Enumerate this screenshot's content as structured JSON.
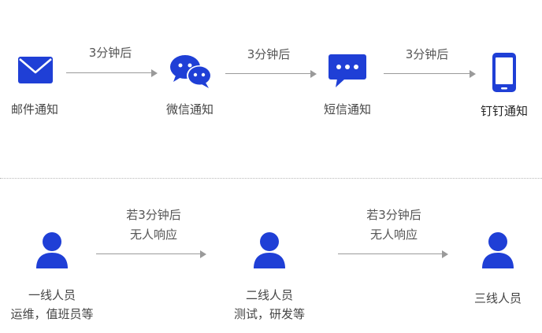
{
  "top_flow": {
    "nodes": [
      {
        "label": "邮件通知",
        "icon": "email-icon"
      },
      {
        "label": "微信通知",
        "icon": "wechat-icon"
      },
      {
        "label": "短信通知",
        "icon": "sms-icon"
      },
      {
        "label": "钉钉通知",
        "icon": "phone-icon"
      }
    ],
    "edges": [
      {
        "label": "3分钟后"
      },
      {
        "label": "3分钟后"
      },
      {
        "label": "3分钟后"
      }
    ]
  },
  "bottom_flow": {
    "nodes": [
      {
        "label": "一线人员",
        "sublabel": "运维，值班员等",
        "icon": "person-icon"
      },
      {
        "label": "二线人员",
        "sublabel": "测试，研发等",
        "icon": "person-icon"
      },
      {
        "label": "三线人员",
        "icon": "person-icon"
      }
    ],
    "edges": [
      {
        "label_line1": "若3分钟后",
        "label_line2": "无人响应"
      },
      {
        "label_line1": "若3分钟后",
        "label_line2": "无人响应"
      }
    ]
  },
  "colors": {
    "icon_blue": "#1f3fd6",
    "arrow_gray": "#9a9a9a"
  }
}
